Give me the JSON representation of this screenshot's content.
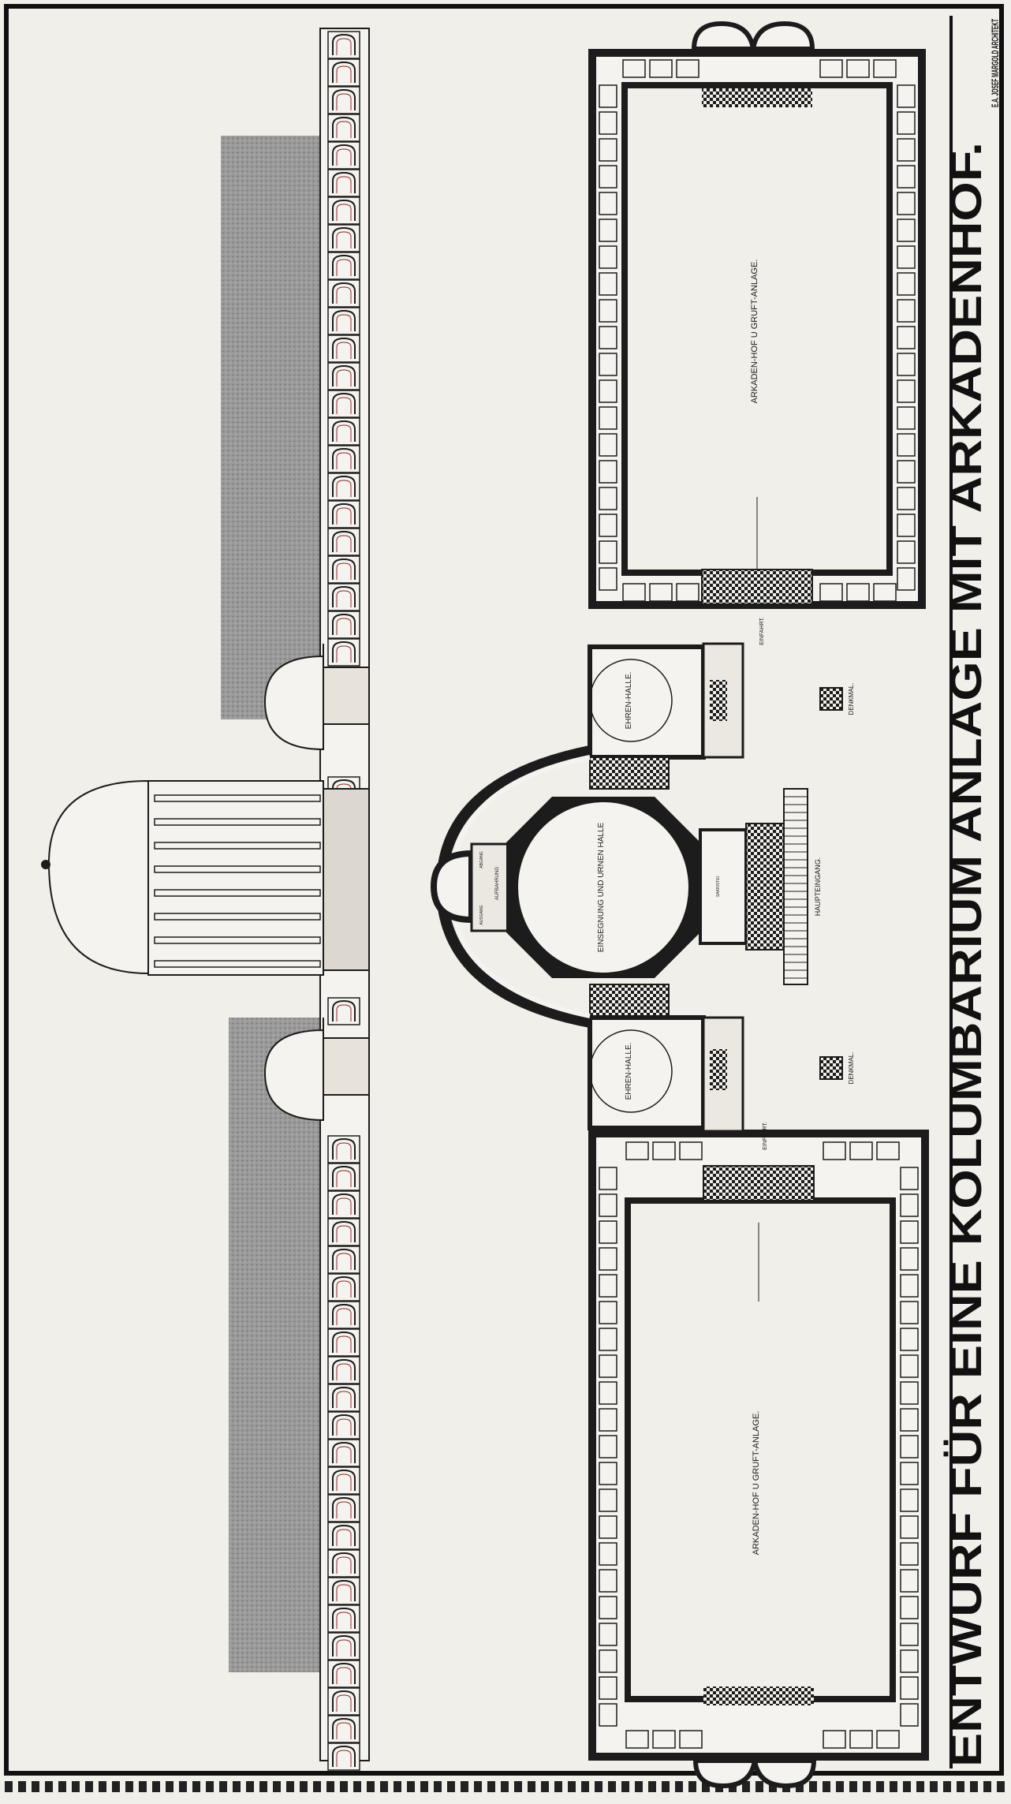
{
  "title": {
    "main": "ENTWURF FÜR EINE KOLUMBARIUM ANLAGE MIT ARKADENHOF.",
    "authors": "E.A. JOSEF MARGOLD ARCHITEKT"
  },
  "labels": {
    "court_top": "ARKADEN-HOF U GRUFT-ANLAGE.",
    "court_bottom": "ARKADEN-HOF U GRUFT-ANLAGE.",
    "hall_top": "EHREN-HALLE.",
    "hall_bottom": "EHREN-HALLE.",
    "urn_hall": "EINSEGNUNG UND URNEN HALLE",
    "main_entrance": "HAUPTEINGANG.",
    "monument_top": "DENKMAL.",
    "monument_bottom": "DENKMAL.",
    "drive_top": "EINFAHRT.",
    "drive_bottom": "EINFAHRT.",
    "aufbahrung": "AUFBAHRUNG",
    "abgang": "ABGANG",
    "ausgang": "AUSGANG",
    "sakristei": "SAKRISTEI"
  },
  "colors": {
    "paper": "#f1efea",
    "ink": "#1c1c1c",
    "stipple": "#8e8e8e",
    "border": "#111111"
  }
}
